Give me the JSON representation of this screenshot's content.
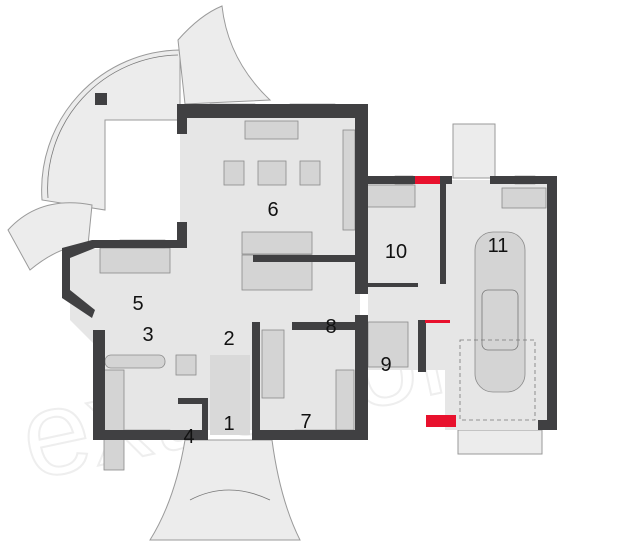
{
  "watermark": "extradom",
  "rooms": [
    {
      "number": "1"
    },
    {
      "number": "2"
    },
    {
      "number": "3"
    },
    {
      "number": "4"
    },
    {
      "number": "5"
    },
    {
      "number": "6"
    },
    {
      "number": "7"
    },
    {
      "number": "8"
    },
    {
      "number": "9"
    },
    {
      "number": "10"
    },
    {
      "number": "11"
    }
  ],
  "colors": {
    "wall": "#404042",
    "floor": "#e6e6e6",
    "highlight": "#e8112d"
  }
}
